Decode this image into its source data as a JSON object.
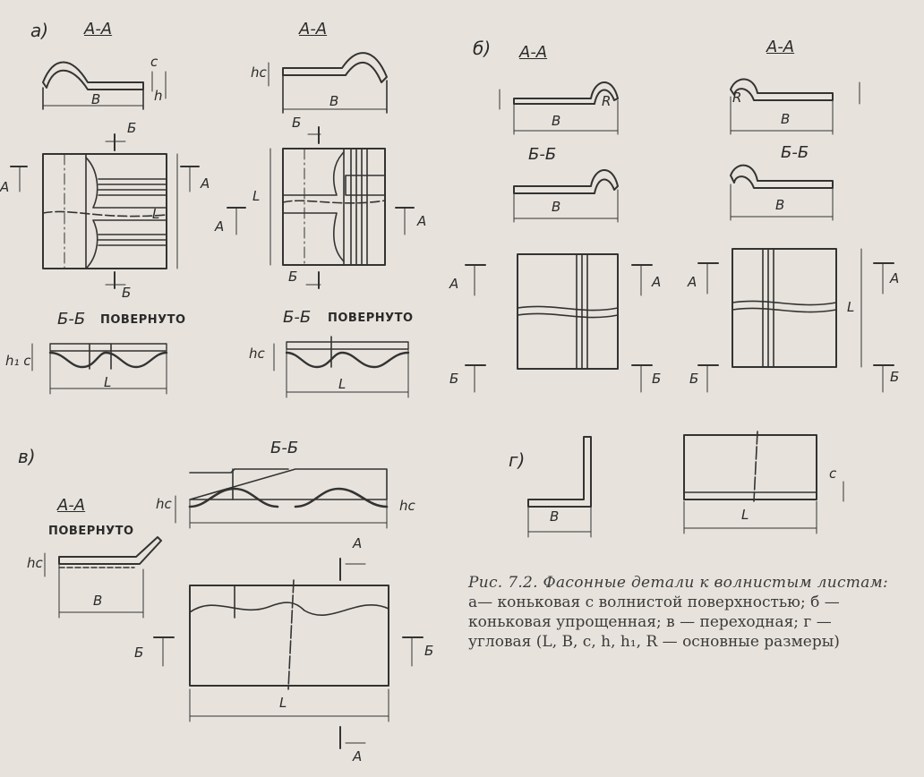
{
  "panels": {
    "a": {
      "label": "а)",
      "sec_aa_left": "А-А",
      "sec_aa_right": "А-А",
      "sec_bb_left": "Б-Б",
      "sec_bb_right": "Б-Б",
      "rotated": "ПОВЕРНУТО"
    },
    "b": {
      "label": "б)",
      "sec_aa_left": "А-А",
      "sec_aa_right": "А-А",
      "sec_bb_left": "Б-Б",
      "sec_bb_right": "Б-Б"
    },
    "v": {
      "label": "в)",
      "sec_aa": "А-А",
      "rotated": "ПОВЕРНУТО",
      "sec_bb": "Б-Б"
    },
    "g": {
      "label": "г)"
    }
  },
  "marks": {
    "A": "А",
    "B_cut": "Б",
    "B": "B",
    "L": "L",
    "c": "c",
    "h": "h",
    "hc": "hc",
    "h1c": "h₁ c",
    "R": "R"
  },
  "caption": {
    "title": "Рис. 7.2. Фасонные детали к волнистым листам:",
    "line1": "а— коньковая с волнистой поверхностью; б —",
    "line2": "коньковая упрощенная; в — переходная; г —",
    "line3": "угловая (L, B, c, h, h₁, R — основные размеры)"
  }
}
